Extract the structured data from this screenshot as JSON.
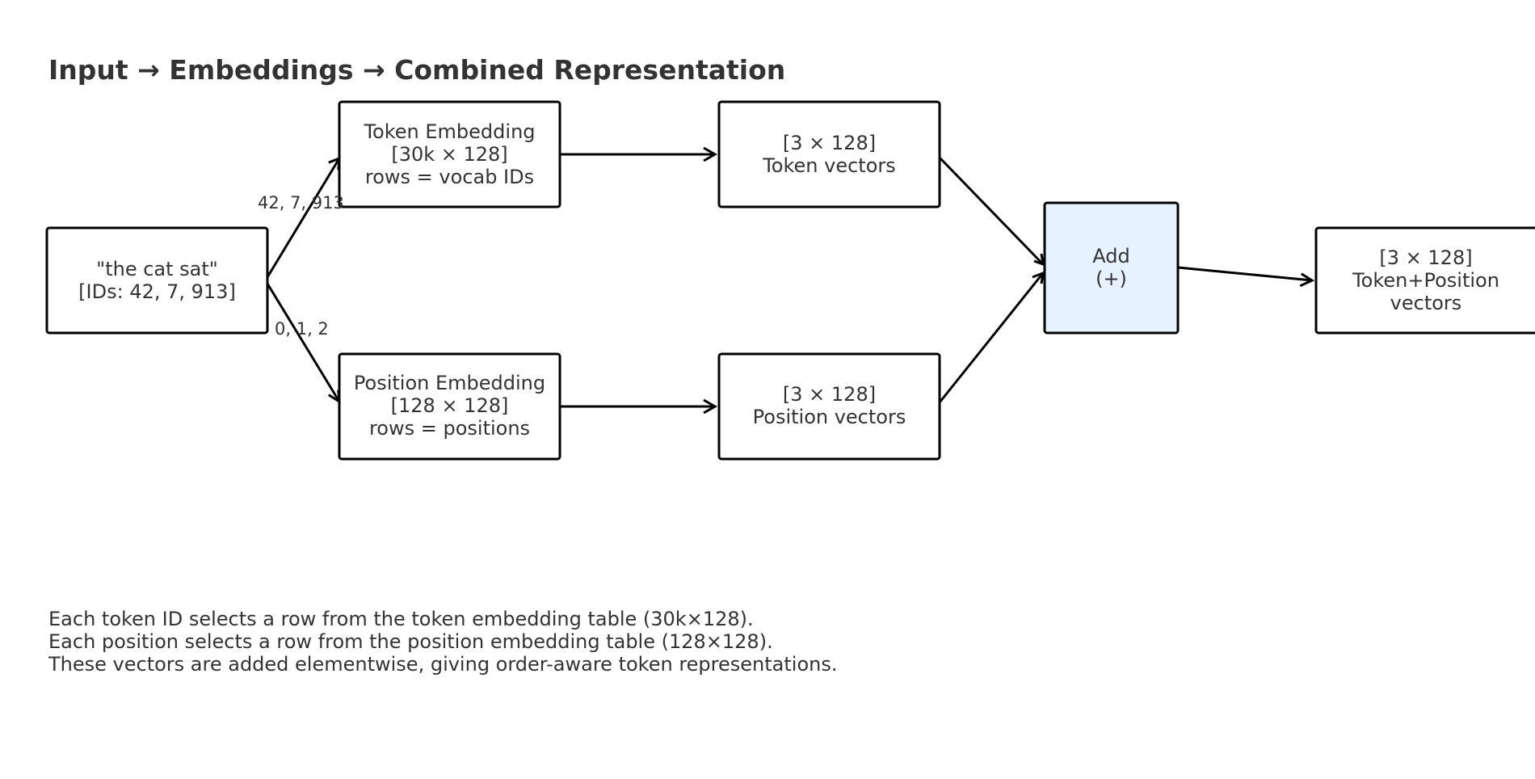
{
  "title": "Input → Embeddings → Combined Representation",
  "nodes": {
    "input": {
      "lines": [
        "\"the cat sat\"",
        "[IDs: 42, 7, 913]"
      ]
    },
    "token_embedding": {
      "lines": [
        "Token Embedding",
        "[30k × 128]",
        "rows = vocab IDs"
      ]
    },
    "position_embedding": {
      "lines": [
        "Position Embedding",
        "[128 × 128]",
        "rows = positions"
      ]
    },
    "token_vectors": {
      "lines": [
        "[3 × 128]",
        "Token vectors"
      ]
    },
    "position_vectors": {
      "lines": [
        "[3 × 128]",
        "Position vectors"
      ]
    },
    "add": {
      "lines": [
        "Add",
        "(+)"
      ]
    },
    "output": {
      "lines": [
        "[3 × 128]",
        "Token+Position",
        "vectors"
      ]
    }
  },
  "edge_labels": {
    "token_ids": "42, 7, 913",
    "positions": "0, 1, 2"
  },
  "caption": [
    "Each token ID selects a row from the token embedding table (30k×128).",
    "Each position selects a row from the position embedding table (128×128).",
    "These vectors are added elementwise, giving order-aware token representations."
  ],
  "colors": {
    "add_fill": "#e6f2ff",
    "stroke": "#000000",
    "text": "#333333"
  }
}
